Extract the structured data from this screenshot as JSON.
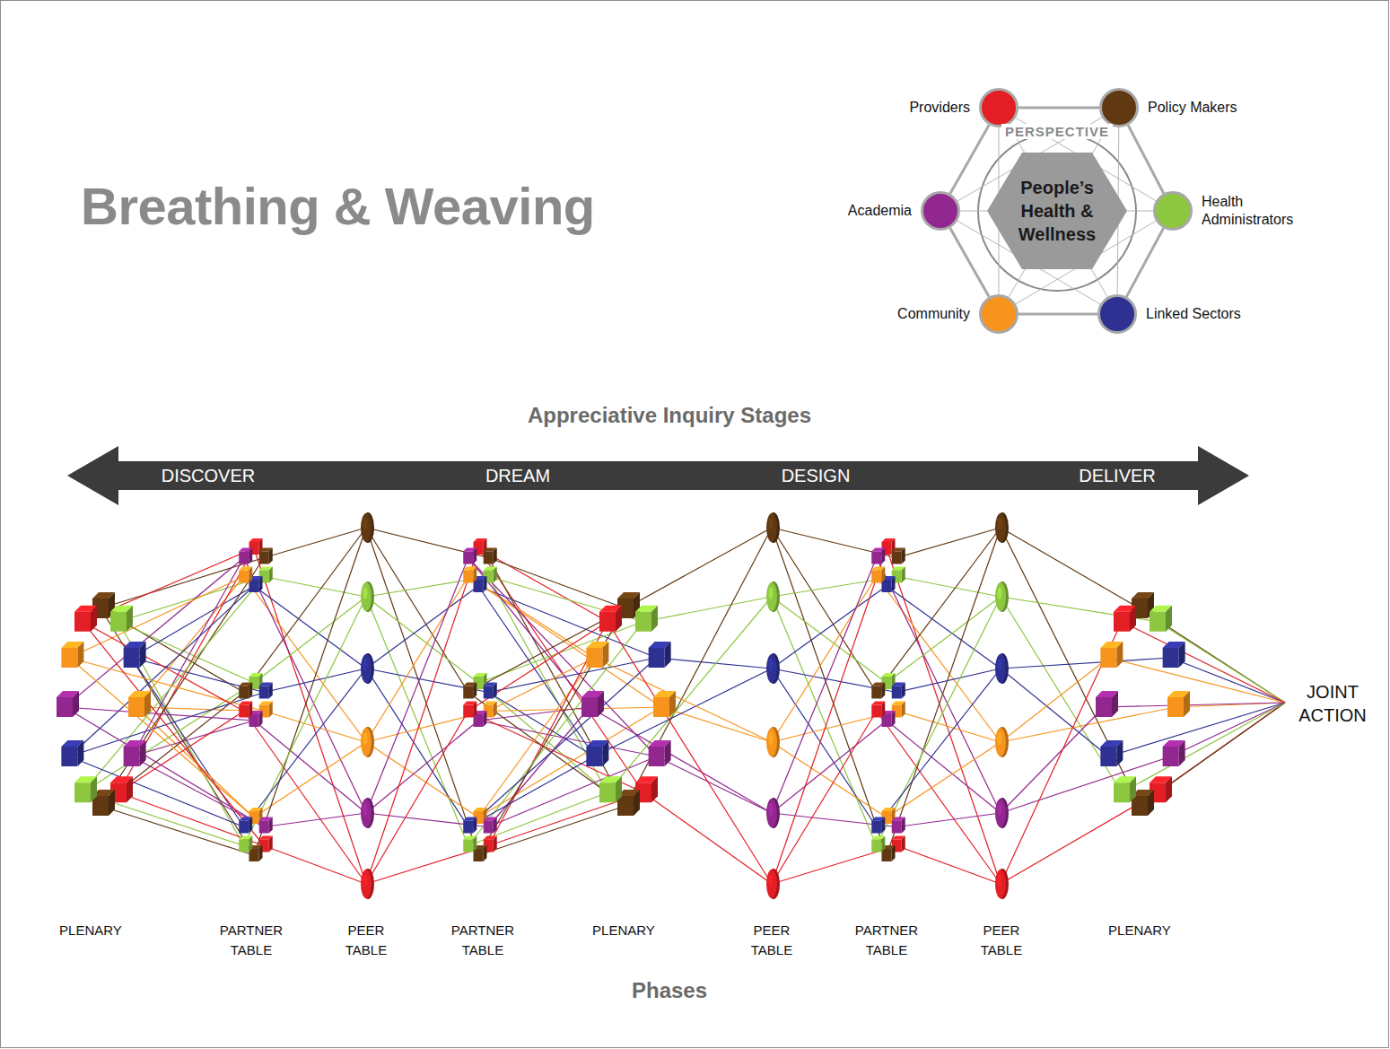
{
  "diagram": {
    "title": "Breathing & Weaving",
    "nodes": [
      {
        "text": [
          "Providers"
        ]
      },
      {
        "text": [
          "Policy Makers"
        ]
      },
      {
        "text": [
          "People’s Health & Wellness"
        ]
      },
      {
        "text": [
          "Academia"
        ]
      },
      {
        "text": [
          "Health Administrators"
        ]
      },
      {
        "text": [
          "Community"
        ]
      },
      {
        "text": [
          "Linked Sectors"
        ]
      },
      {
        "text": [
          "Appreciative Inquiry Stages",
          "DISCOVER",
          "DREAM",
          "DESIGN",
          "DELIVER"
        ]
      }
    ],
    "edges": [
      {
        "from": 0,
        "to": 1,
        "arrow": "none"
      },
      {
        "from": 1,
        "to": 4,
        "arrow": "none"
      },
      {
        "from": 4,
        "to": 6,
        "arrow": "none"
      },
      {
        "from": 6,
        "to": 5,
        "arrow": "none"
      },
      {
        "from": 5,
        "to": 3,
        "arrow": "none"
      },
      {
        "from": 3,
        "to": 0,
        "arrow": "none"
      },
      {
        "from": 0,
        "to": 4,
        "arrow": "none"
      },
      {
        "from": 0,
        "to": 6,
        "arrow": "none"
      },
      {
        "from": 0,
        "to": 5,
        "arrow": "none"
      },
      {
        "from": 1,
        "to": 6,
        "arrow": "none"
      },
      {
        "from": 1,
        "to": 5,
        "arrow": "none"
      },
      {
        "from": 1,
        "to": 3,
        "arrow": "none"
      },
      {
        "from": 3,
        "to": 4,
        "arrow": "none"
      },
      {
        "from": 3,
        "to": 6,
        "arrow": "none"
      },
      {
        "from": 4,
        "to": 5,
        "arrow": "none"
      }
    ],
    "labels": [
      "PERSPECTIVE",
      "PLENARY",
      "PARTNER TABLE",
      "PEER TABLE",
      "PARTNER TABLE",
      "PLENARY",
      "PEER TABLE",
      "PARTNER TABLE",
      "PEER TABLE",
      "PLENARY",
      "Phases",
      "JOINT ACTION"
    ]
  }
}
